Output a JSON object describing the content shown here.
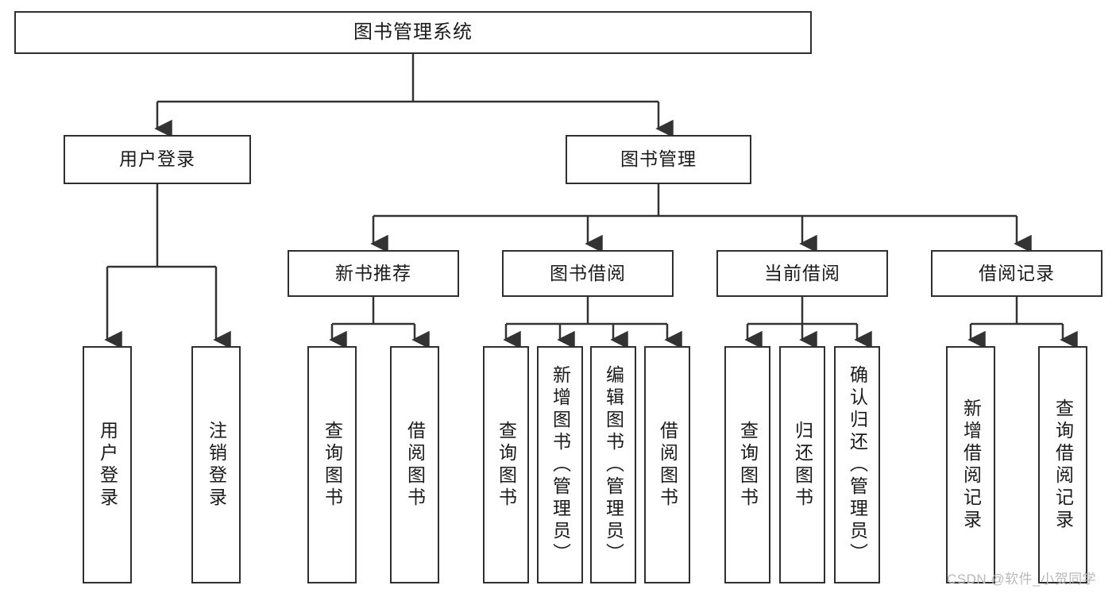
{
  "diagram": {
    "type": "tree",
    "title": "图书管理系统",
    "watermark": "CSDN @软件_小贺同学",
    "colors": {
      "box_border": "#2f2f2f",
      "box_fill": "#ffffff",
      "line": "#333333",
      "text": "#1a1a1a",
      "watermark": "#b9b9b9",
      "background": "#ffffff"
    },
    "nodes": {
      "root": {
        "label": "图书管理系统"
      },
      "level1": [
        {
          "label": "用户登录"
        },
        {
          "label": "图书管理"
        }
      ],
      "level2": [
        {
          "label": "新书推荐"
        },
        {
          "label": "图书借阅"
        },
        {
          "label": "当前借阅"
        },
        {
          "label": "借阅记录"
        }
      ],
      "leaves_user_login": [
        {
          "label": "用户登录"
        },
        {
          "label": "注销登录"
        }
      ],
      "leaves_new_books": [
        {
          "label": "查询图书"
        },
        {
          "label": "借阅图书"
        }
      ],
      "leaves_borrow": [
        {
          "label": "查询图书"
        },
        {
          "label": "新增图书（管理员）"
        },
        {
          "label": "编辑图书（管理员）"
        },
        {
          "label": "借阅图书"
        }
      ],
      "leaves_current": [
        {
          "label": "查询图书"
        },
        {
          "label": "归还图书"
        },
        {
          "label": "确认归还（管理员）"
        }
      ],
      "leaves_records": [
        {
          "label": "新增借阅记录"
        },
        {
          "label": "查询借阅记录"
        }
      ]
    }
  }
}
